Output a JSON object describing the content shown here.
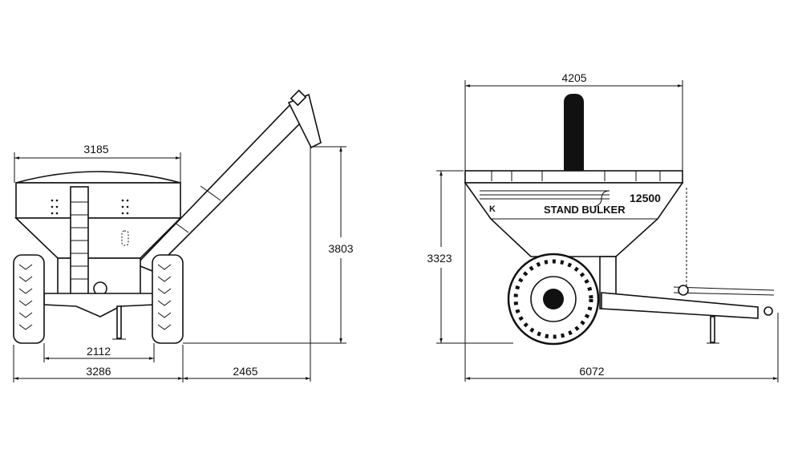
{
  "views": {
    "rear": {
      "dimensions": {
        "top_width": "3185",
        "auger_height": "3803",
        "track_width": "2112",
        "overall_width": "3286",
        "auger_reach": "2465"
      }
    },
    "side": {
      "dimensions": {
        "hopper_length": "4205",
        "overall_height": "3323",
        "overall_length": "6072"
      },
      "branding": {
        "model_number": "12500",
        "product_name": "STAND BULKER"
      }
    }
  },
  "colors": {
    "line": "#111111",
    "background": "#ffffff"
  }
}
